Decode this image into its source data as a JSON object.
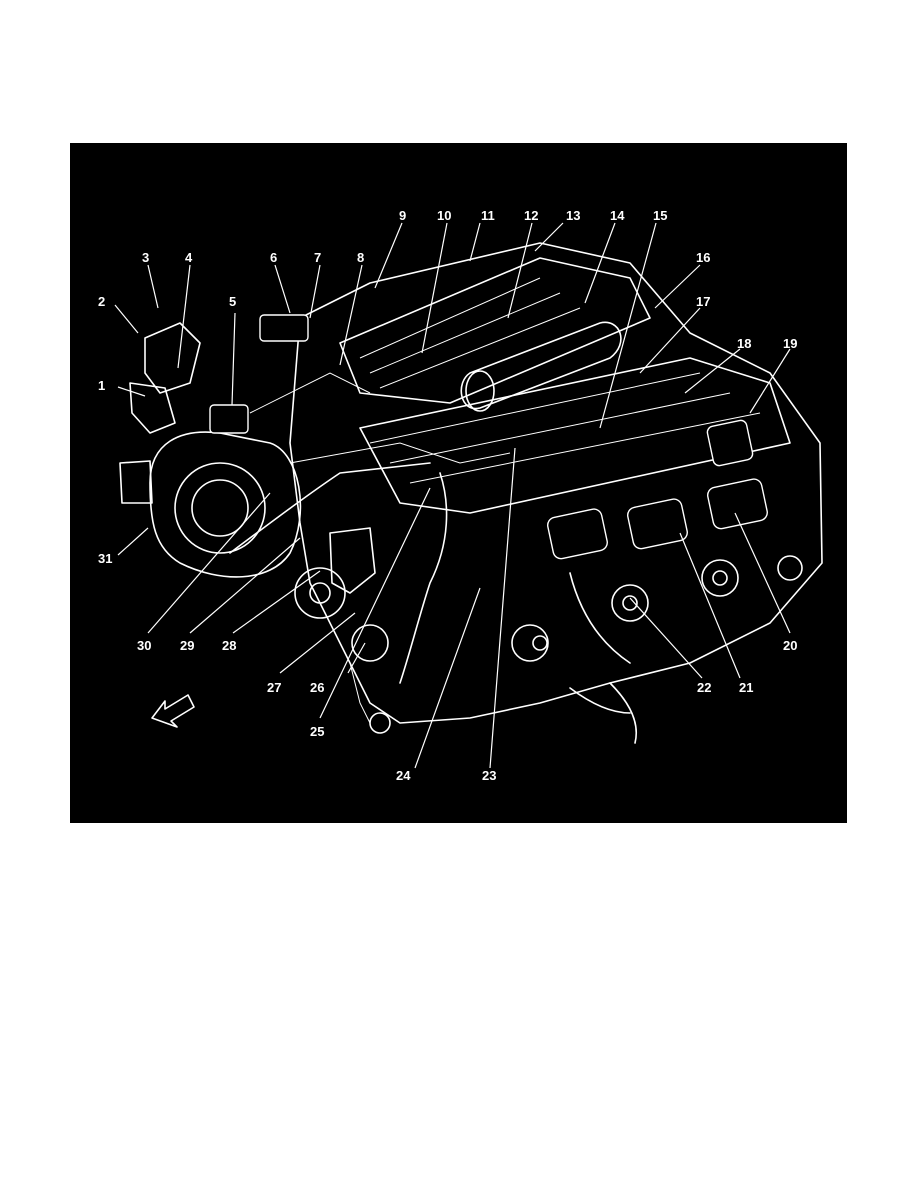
{
  "figure": {
    "background": "#000000",
    "line_color": "#ffffff",
    "callouts": [
      "1",
      "2",
      "3",
      "4",
      "5",
      "6",
      "7",
      "8",
      "9",
      "10",
      "11",
      "12",
      "13",
      "14",
      "15",
      "16",
      "17",
      "18",
      "19",
      "20",
      "21",
      "22",
      "23",
      "24",
      "25",
      "26",
      "27",
      "28",
      "29",
      "30",
      "31"
    ],
    "direction_icon": "arrow-front-icon"
  }
}
